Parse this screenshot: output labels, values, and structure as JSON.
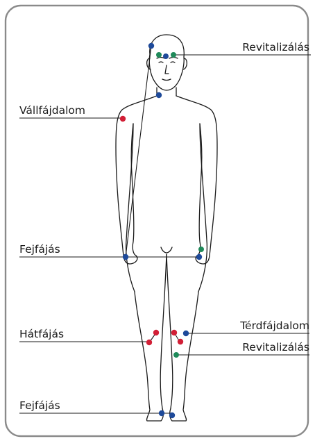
{
  "labels": {
    "revitalizalas_top": "Revitalizálás",
    "vallfajdalom": "Vállfájdalom",
    "fejfajas_mid": "Fejfájás",
    "terdfajdalom": "Térdfájdalom",
    "hatfajas": "Hátfájás",
    "revitalizalas_bottom": "Revitalizálás",
    "fejfajas_bottom": "Fejfájás"
  },
  "colors": {
    "frame": "#8a8a8a",
    "body_line": "#1a1a1a",
    "point_blue": "#1e4a9a",
    "point_green": "#1f8a5a",
    "point_red": "#d21f36"
  }
}
